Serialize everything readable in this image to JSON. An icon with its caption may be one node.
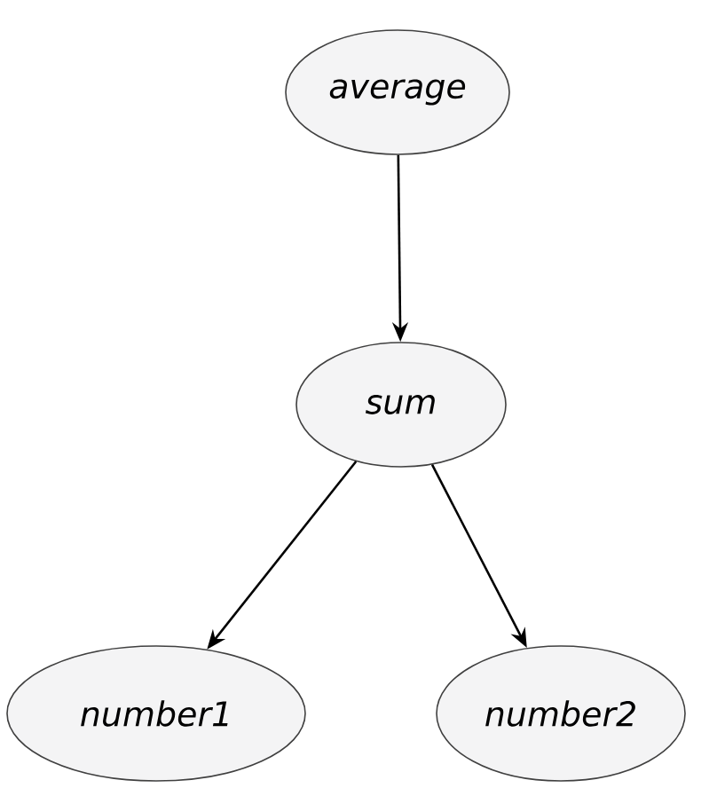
{
  "diagram": {
    "nodes": [
      {
        "text": [
          "average"
        ]
      },
      {
        "text": [
          "sum"
        ]
      },
      {
        "text": [
          "number1"
        ]
      },
      {
        "text": [
          "number2"
        ]
      }
    ],
    "edges": [
      {
        "from": 0,
        "to": 1,
        "arrow": "to"
      },
      {
        "from": 1,
        "to": 2,
        "arrow": "to"
      },
      {
        "from": 1,
        "to": 3,
        "arrow": "to"
      }
    ]
  }
}
